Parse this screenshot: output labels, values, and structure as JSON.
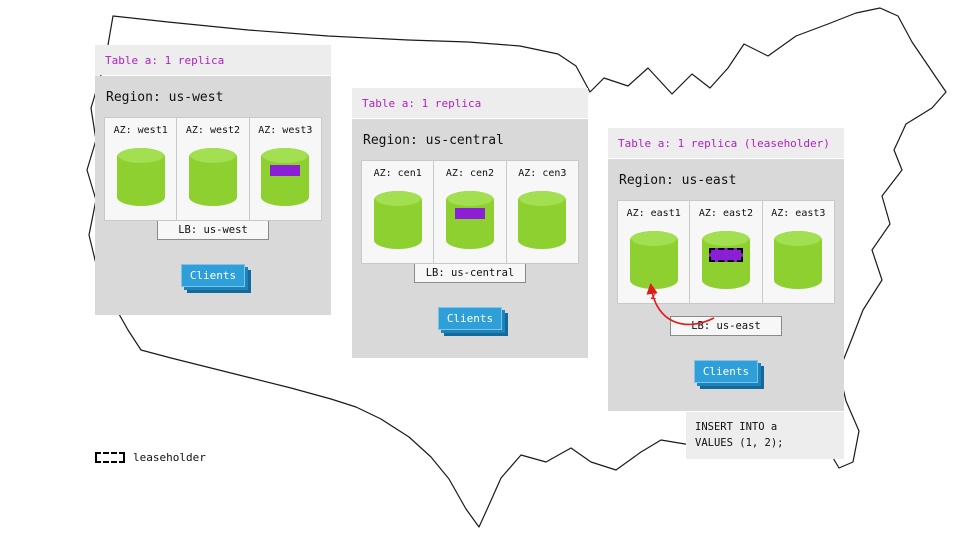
{
  "colors": {
    "title_text": "#b31fc4",
    "replica_badge": "#8b1fd6",
    "cylinder": "#8ed02f",
    "cylinder_top": "#a2df51",
    "clients_blue": "#2e9fd9",
    "arrow_red": "#e01b1b"
  },
  "regions": [
    {
      "table_label": "Table a: 1 replica",
      "region_label": "Region: us-west",
      "azs": [
        {
          "label": "AZ: west1",
          "replica": false,
          "leaseholder": false
        },
        {
          "label": "AZ: west2",
          "replica": false,
          "leaseholder": false
        },
        {
          "label": "AZ: west3",
          "replica": true,
          "leaseholder": false
        }
      ],
      "lb_label": "LB: us-west",
      "clients_label": "Clients"
    },
    {
      "table_label": "Table a: 1 replica",
      "region_label": "Region: us-central",
      "azs": [
        {
          "label": "AZ: cen1",
          "replica": false,
          "leaseholder": false
        },
        {
          "label": "AZ: cen2",
          "replica": true,
          "leaseholder": false
        },
        {
          "label": "AZ: cen3",
          "replica": false,
          "leaseholder": false
        }
      ],
      "lb_label": "LB: us-central",
      "clients_label": "Clients"
    },
    {
      "table_label": "Table a: 1 replica (leaseholder)",
      "region_label": "Region: us-east",
      "azs": [
        {
          "label": "AZ: east1",
          "replica": false,
          "leaseholder": false
        },
        {
          "label": "AZ: east2",
          "replica": true,
          "leaseholder": true
        },
        {
          "label": "AZ: east3",
          "replica": false,
          "leaseholder": false
        }
      ],
      "lb_label": "LB: us-east",
      "clients_label": "Clients",
      "arrow_label": "2",
      "sql_note": "INSERT INTO a\nVALUES (1, 2);"
    }
  ],
  "legend": {
    "label": "leaseholder"
  }
}
